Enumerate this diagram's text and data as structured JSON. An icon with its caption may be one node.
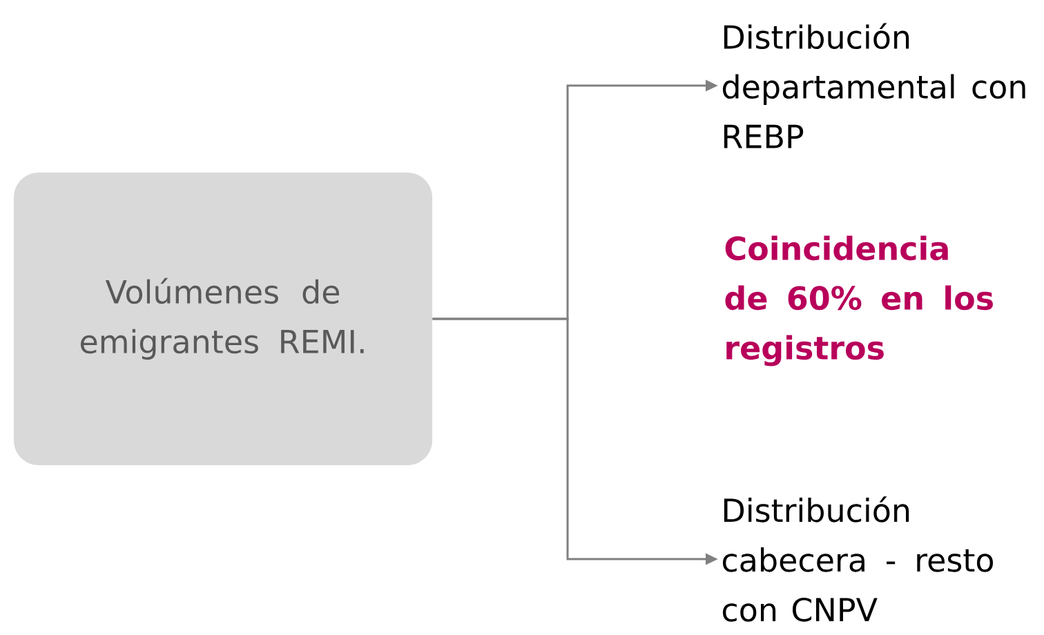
{
  "diagram": {
    "nodes": [
      {
        "text": [
          "Volúmenes de emigrantes REMI."
        ]
      },
      {
        "text": [
          "Distribución departamental con REBP"
        ]
      },
      {
        "text": [
          "Distribución cabecera - resto con CNPV"
        ]
      }
    ],
    "edges": [
      {
        "from": 0,
        "to": 1,
        "arrow": "to"
      },
      {
        "from": 0,
        "to": 2,
        "arrow": "to"
      }
    ],
    "labels": [
      "Coincidencia de 60% en los registros"
    ]
  }
}
